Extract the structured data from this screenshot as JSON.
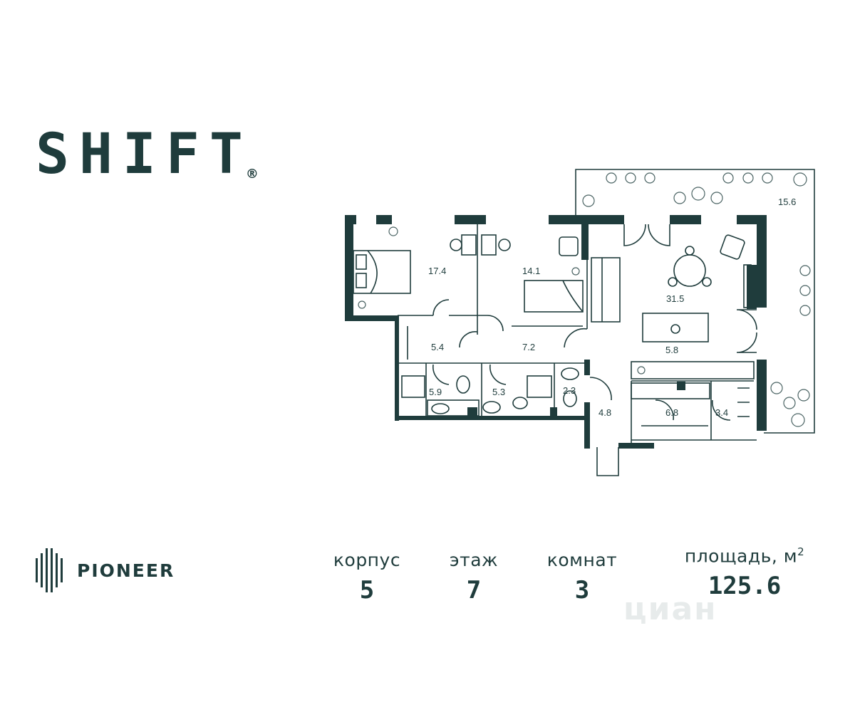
{
  "logo": {
    "text": "SHIFT",
    "registered": "®"
  },
  "developer": {
    "name": "PIONEER"
  },
  "rooms": [
    {
      "id": "bedroom-1",
      "area": "17.4"
    },
    {
      "id": "bedroom-2",
      "area": "14.1"
    },
    {
      "id": "living-room",
      "area": "31.5"
    },
    {
      "id": "kitchen",
      "area": "5.8"
    },
    {
      "id": "terrace",
      "area": "15.6"
    },
    {
      "id": "wardrobe-1",
      "area": "5.4"
    },
    {
      "id": "corridor-1",
      "area": "7.2"
    },
    {
      "id": "bathroom-1",
      "area": "5.9"
    },
    {
      "id": "bathroom-2",
      "area": "5.3"
    },
    {
      "id": "toilet",
      "area": "2.3"
    },
    {
      "id": "hall",
      "area": "4.8"
    },
    {
      "id": "corridor-2",
      "area": "6.8"
    },
    {
      "id": "storage",
      "area": "3.4"
    }
  ],
  "specs": {
    "building": {
      "label": "корпус",
      "value": "5"
    },
    "floor": {
      "label": "этаж",
      "value": "7"
    },
    "rooms": {
      "label": "комнат",
      "value": "3"
    },
    "area": {
      "label": "площадь, м",
      "unit_sup": "2",
      "value": "125.6"
    }
  },
  "watermark": "циан",
  "colors": {
    "primary": "#1f3c3c",
    "line": "#8a9a9a",
    "accent": "#4a6363"
  }
}
